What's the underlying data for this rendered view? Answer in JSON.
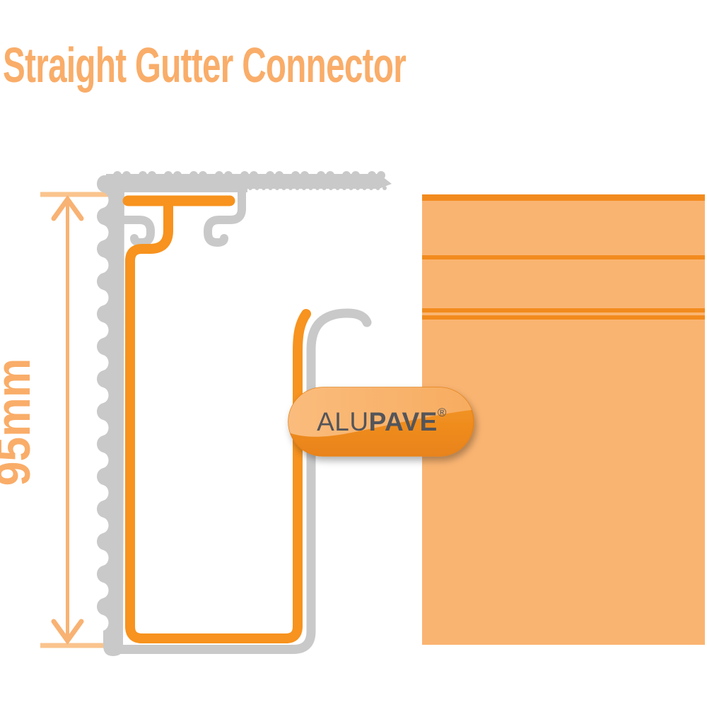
{
  "page": {
    "title": "Straight Gutter Connector"
  },
  "dimension": {
    "label": "95mm"
  },
  "logo": {
    "alu": "ALU",
    "pave": "PAVE",
    "registered": "®"
  },
  "colors": {
    "title_text": "#F9AD69",
    "dimension_line": "#F8B273",
    "dimension_tick": "#FAC48D",
    "profile_orange": "#F7931E",
    "profile_gray": "#C9C9C9",
    "panel_fill": "#FAB471",
    "panel_stripe": "#F28B1E",
    "logo_light": "#F9B46E",
    "logo_dark": "#EE8A1C",
    "logo_text": "#53555A"
  }
}
